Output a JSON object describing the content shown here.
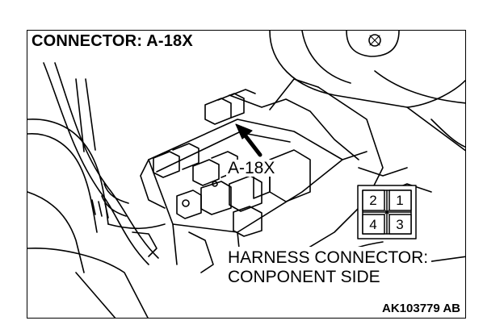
{
  "title": "CONNECTOR: A-18X",
  "callout": "A-18X",
  "connector_pins": {
    "top_left": "2",
    "top_right": "1",
    "bottom_left": "4",
    "bottom_right": "3"
  },
  "harness_label": {
    "line1": "HARNESS CONNECTOR:",
    "line2": "CONPONENT SIDE"
  },
  "figure_code": "AK103779 AB",
  "colors": {
    "ink": "#000000",
    "paper": "#ffffff"
  }
}
